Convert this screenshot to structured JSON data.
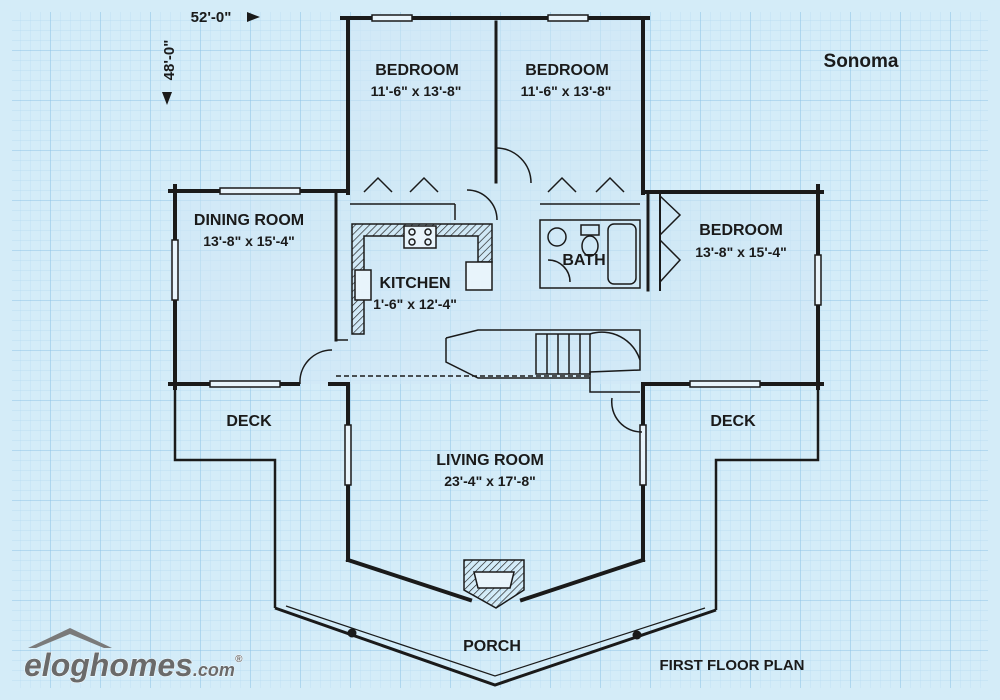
{
  "title": "Sonoma",
  "plan_label": "FIRST FLOOR PLAN",
  "overall_width": "52'-0\"",
  "overall_depth": "48'-0\"",
  "rooms": {
    "bedroom_1": {
      "name": "BEDROOM",
      "size": "11'-6\" x 13'-8\""
    },
    "bedroom_2": {
      "name": "BEDROOM",
      "size": "11'-6\" x 13'-8\""
    },
    "bedroom_3": {
      "name": "BEDROOM",
      "size": "13'-8\" x 15'-4\""
    },
    "dining": {
      "name": "DINING ROOM",
      "size": "13'-8\" x 15'-4\""
    },
    "kitchen": {
      "name": "KITCHEN",
      "size": "1'-6\" x 12'-4\""
    },
    "bath": {
      "name": "BATH"
    },
    "living": {
      "name": "LIVING ROOM",
      "size": "23'-4\" x 17'-8\""
    },
    "deck_left": {
      "name": "DECK"
    },
    "deck_right": {
      "name": "DECK"
    },
    "porch": {
      "name": "PORCH"
    }
  },
  "logo": {
    "text": "eloghomes",
    "suffix": ".com",
    "mark": "®"
  },
  "colors": {
    "background": "#d4ecf8",
    "grid": "#a9d1ec",
    "walls": "#1a1a1a"
  }
}
